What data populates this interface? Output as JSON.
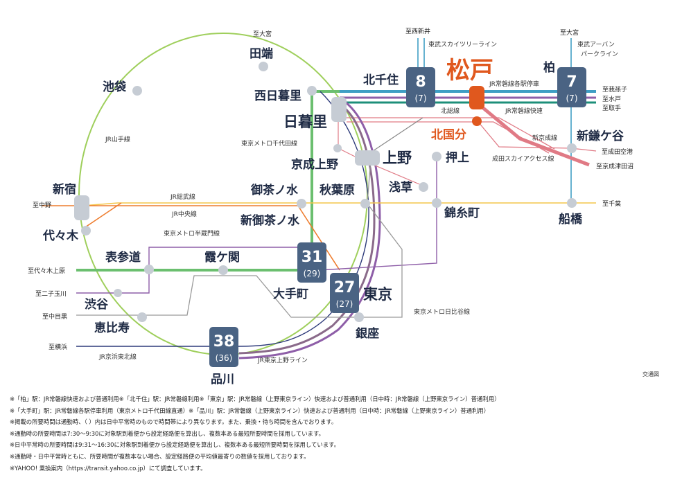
{
  "colors": {
    "yamanote": "#9fcf5c",
    "chiyoda": "#6bbf6f",
    "joban": "#3f9ec4",
    "joban_rapid": "#1d8f7a",
    "hanzomon": "#8e5ea8",
    "hibiya": "#9a9a9a",
    "ueno_tokyo": "#8a6a8a",
    "sobu": "#f3c64a",
    "chuo": "#ee7d2f",
    "keihin": "#2d3a7a",
    "keisei": "#e07a85",
    "station": "#c6ccd4",
    "box": "#4a6383",
    "highlight": "#e0581e",
    "text": "#1e2a44"
  },
  "destination": "松戸",
  "stations": {
    "tabata": "田端",
    "ikebukuro": "池袋",
    "nishinippori": "西日暮里",
    "nippori": "日暮里",
    "kitasenju": "北千住",
    "ueno": "上野",
    "keiseiueno": "京成上野",
    "shinjuku": "新宿",
    "yoyogi": "代々木",
    "ochanomizu": "御茶ノ水",
    "shinochanomizu": "新御茶ノ水",
    "akihabara": "秋葉原",
    "asakusa": "浅草",
    "oshiage": "押上",
    "kinshicho": "錦糸町",
    "kitakokubun": "北国分",
    "kashiwa": "柏",
    "shinkamagaya": "新鎌ケ谷",
    "funabashi": "船橋",
    "omotesando": "表参道",
    "kasumigaseki": "霞ケ関",
    "otemachi": "大手町",
    "tokyo": "東京",
    "shibuya": "渋谷",
    "ebisu": "恵比寿",
    "ginza": "銀座",
    "shinagawa": "品川"
  },
  "times": {
    "kitasenju": {
      "main": "8",
      "sub": "(7)"
    },
    "kashiwa": {
      "main": "7",
      "sub": "(7)"
    },
    "otemachi": {
      "main": "31",
      "sub": "(29)"
    },
    "tokyo": {
      "main": "27",
      "sub": "(27)"
    },
    "shinagawa": {
      "main": "38",
      "sub": "(36)"
    }
  },
  "lines": {
    "yamanote": "JR山手線",
    "chiyoda": "東京メトロ千代田線",
    "sobu": "JR総武線",
    "chuo": "JR中央線",
    "hanzomon": "東京メトロ半蔵門線",
    "hibiya": "東京メトロ日比谷線",
    "keihin": "JR京浜東北線",
    "ueno_tokyo": "JR東京上野ライン",
    "tobu_skytree": "東武スカイツリーライン",
    "joban_local": "JR常磐線各駅停車",
    "joban_rapid": "JR常磐線快速",
    "hokuso": "北総線",
    "shinkeisei": "新京成線",
    "narita_access": "成田スカイアクセス線",
    "tobu_urban": "東武アーバン\nパークライン"
  },
  "directions": {
    "omiya_top": "至大宮",
    "nishiarai": "至西新井",
    "omiya_right": "至大宮",
    "abiko": "至我孫子",
    "mito": "至水戸",
    "toride": "至取手",
    "narita_airport": "至成田空港",
    "keisei_tsudanuma": "至京成津田沼",
    "nakano": "至中野",
    "chiba": "至千葉",
    "yoyogiuehara": "至代々木上原",
    "futakotamagawa": "至二子玉川",
    "nakameguro": "至中目黒",
    "yokohama": "至横浜"
  },
  "credit": "交通図",
  "notes": [
    "※「柏」駅：JR常磐線快速および普通利用※「北千住」駅：JR常磐線利用※「東京」駅：JR常磐線（上野東京ライン）快速および普通利用（日中時：JR常磐線（上野東京ライン）普通利用）",
    "※「大手町」駅：JR常磐線各駅停車利用（東京メトロ千代田線直通）※「品川」駅：JR常磐線（上野東京ライン）快速および普通利用（日中時：JR常磐線（上野東京ライン）普通利用）",
    "※掲載の所要時間は通勤時、（ ）内は日中平常時のもので時間帯により異なります。また、乗換・待ち時間を含んでおります。",
    "※通勤時の所要時間は7:30～9:30に対象駅到着便から設定経路便を算出し、複数本ある最短所要時間を採用しています。",
    "※日中平常時の所要時間は9:31～16:30に対象駅到着便から設定経路便を算出し、複数本ある最短所要時間を採用しています。",
    "※通勤時・日中平常時ともに、所要時間が複数本ない場合、設定経路便の平均値最寄りの数値を採用しております。",
    "※YAHOO! 乗換案内（https://transit.yahoo.co.jp）にて調査しています。"
  ]
}
